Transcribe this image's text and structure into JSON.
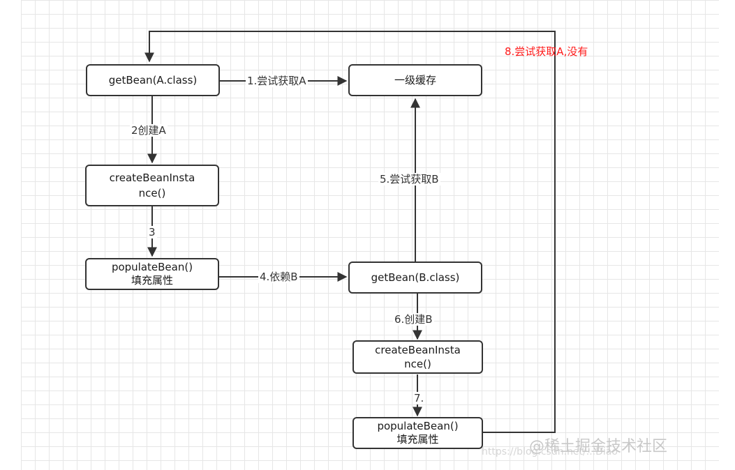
{
  "nodes": {
    "getbean_a": "getBean(A.class)",
    "cache": "一级缓存",
    "create_a_line1": "createBeanInsta",
    "create_a_line2": "nce()",
    "populate_a_line1": "populateBean()",
    "populate_a_line2": "填充属性",
    "getbean_b": "getBean(B.class)",
    "create_b_line1": "createBeanInsta",
    "create_b_line2": "nce()",
    "populate_b_line1": "populateBean()",
    "populate_b_line2": "填充属性"
  },
  "edges": {
    "e1": "1.尝试获取A",
    "e2": "2创建A",
    "e3": "3",
    "e4": "4.依赖B",
    "e5": "5.尝试获取B",
    "e6": "6.创建B",
    "e7": "7.",
    "e8": "8.尝试获取A,没有"
  },
  "watermark": {
    "text": "@稀土掘金技术社区",
    "url": "https://blog.csdn.net/...Diao"
  },
  "colors": {
    "line": "#333333",
    "highlight": "#ff1a1a"
  }
}
